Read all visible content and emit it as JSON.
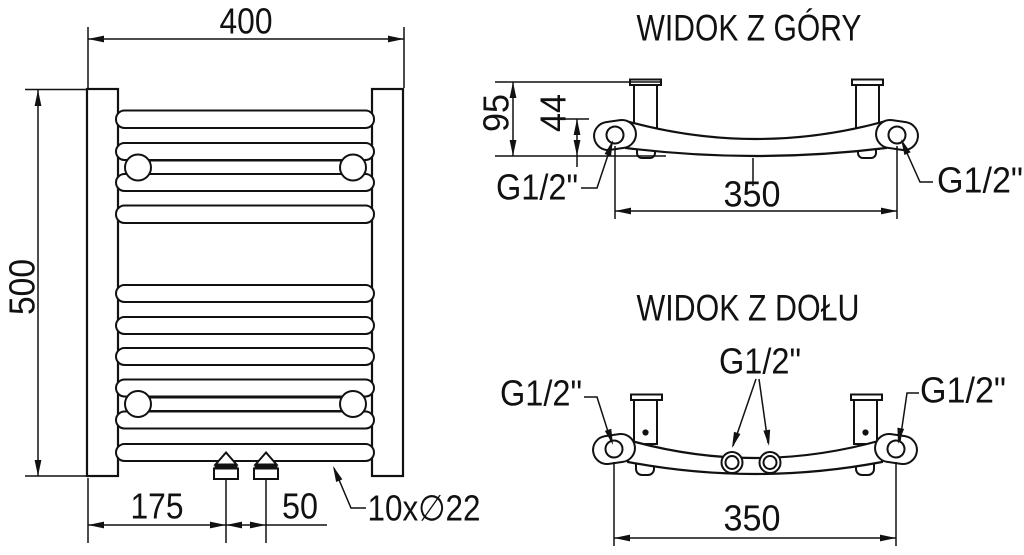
{
  "front_view": {
    "width_mm": "400",
    "height_mm": "500",
    "valve_offset_mm": "175",
    "valve_spacing_mm": "50",
    "tubes_note": "10x∅22"
  },
  "top_view": {
    "title": "WIDOK Z GÓRY",
    "depth_mm": "95",
    "tube_depth_mm": "44",
    "pitch_mm": "350",
    "thread_left": "G1/2\"",
    "thread_right": "G1/2\""
  },
  "bottom_view": {
    "title": "WIDOK Z DOŁU",
    "pitch_mm": "350",
    "thread_left": "G1/2\"",
    "thread_center": "G1/2\"",
    "thread_right": "G1/2\""
  },
  "colors": {
    "line": "#111111",
    "background": "#ffffff"
  }
}
